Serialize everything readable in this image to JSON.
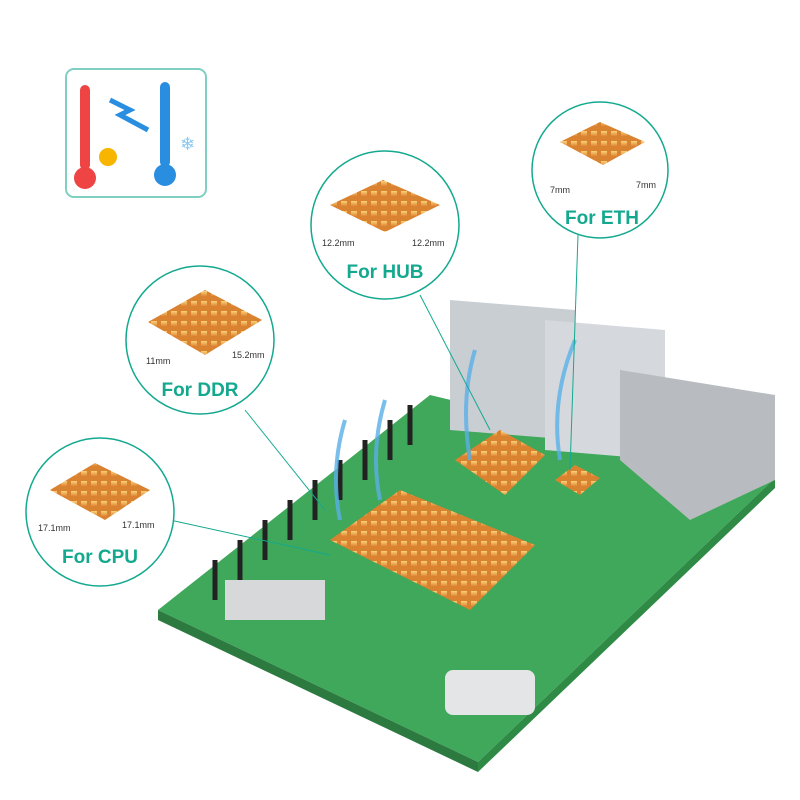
{
  "callouts": [
    {
      "label": "For CPU",
      "dim_a": "17.1mm",
      "dim_b": "17.1mm"
    },
    {
      "label": "For DDR",
      "dim_a": "11mm",
      "dim_b": "15.2mm"
    },
    {
      "label": "For HUB",
      "dim_a": "12.2mm",
      "dim_b": "12.2mm"
    },
    {
      "label": "For ETH",
      "dim_a": "7mm",
      "dim_b": "7mm"
    }
  ],
  "icons": {
    "temperature": "thermometer-hot-cold-icon"
  },
  "colors": {
    "accent": "#14a98f",
    "board": "#3fa85a",
    "heatsink": "#e8963a"
  }
}
